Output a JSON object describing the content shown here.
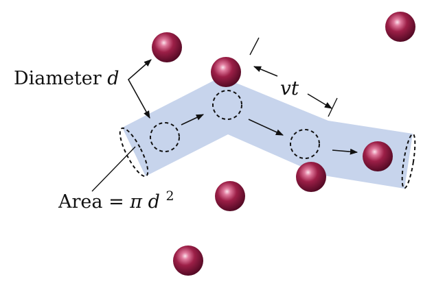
{
  "labels": {
    "diameter_text": "Diameter",
    "diameter_var": "d",
    "path_length": "vt",
    "area_prefix": "Area = ",
    "area_pi": "π",
    "area_var": "d",
    "area_exp": "2"
  },
  "colors": {
    "tube_fill": "#c7d4ec",
    "molecule_dark": "#5a0a26",
    "molecule_mid": "#9c1f47",
    "molecule_highlight": "#f2c8d6",
    "dashed": "#111111",
    "arrow": "#111111"
  }
}
